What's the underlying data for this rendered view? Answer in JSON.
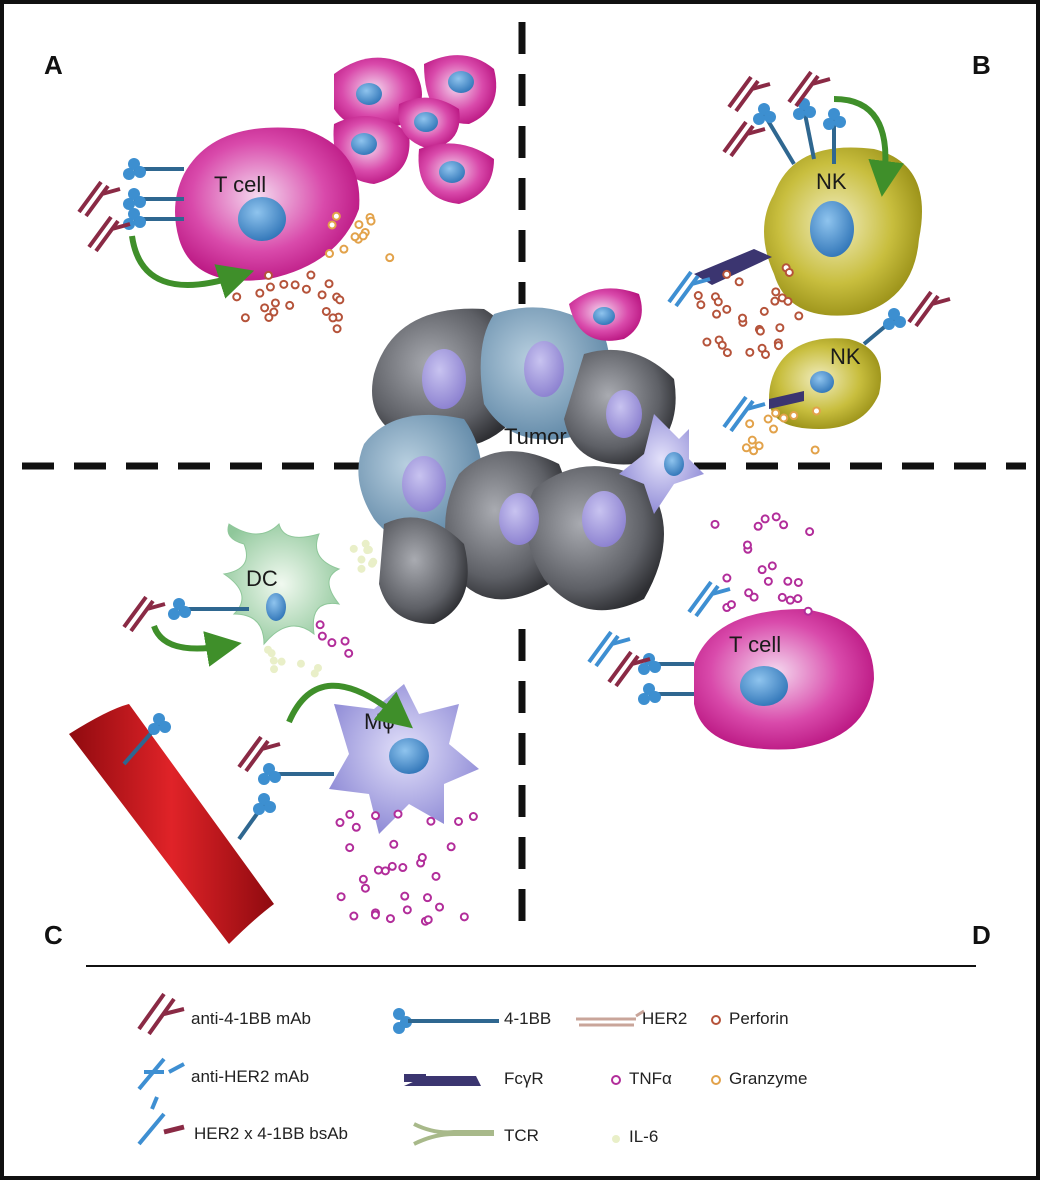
{
  "panels": {
    "a": "A",
    "b": "B",
    "c": "C",
    "d": "D"
  },
  "cells": {
    "t_cell_a": "T cell",
    "nk_1": "NK",
    "nk_2": "NK",
    "tumor": "Tumor",
    "dc": "DC",
    "macrophage": "Mϕ",
    "t_cell_d": "T cell"
  },
  "legend": {
    "anti_41bb": "anti-4-1BB mAb",
    "anti_her2": "anti-HER2 mAb",
    "bsab": "HER2 x 4-1BB bsAb",
    "r41bb": "4-1BB",
    "fcgr": "FcγR",
    "tcr": "TCR",
    "her2": "HER2",
    "tnfa": "TNFα",
    "il6": "IL-6",
    "perforin": "Perforin",
    "granzyme": "Granzyme"
  },
  "colors": {
    "tcell": "#d0259a",
    "nk": "#b5ab2a",
    "tumor_grey": "#5f6066",
    "tumor_blue": "#7fa3bd",
    "dc": "#bfe0c3",
    "macrophage": "#a9a6e3",
    "vessel": "#c4141a",
    "arrow": "#3f8f2a",
    "perforin": "#b5533a",
    "granzyme": "#e2a24a",
    "tnfa": "#b22d9a",
    "il6": "#e9efc8",
    "r41bb": "#3d8fd0",
    "anti41bb": "#8a2a45",
    "antiher2": "#3e8fd2",
    "fcgr": "#3b3570"
  }
}
